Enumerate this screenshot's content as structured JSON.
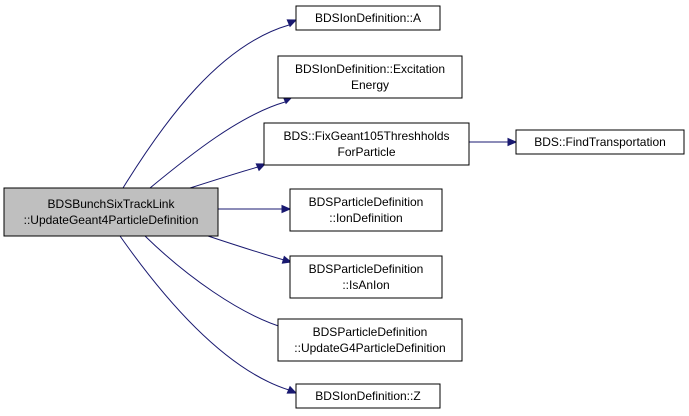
{
  "diagram": {
    "root": {
      "id": "root",
      "lines": [
        "BDSBunchSixTrackLink",
        "::UpdateGeant4ParticleDefinition"
      ],
      "fill": "#bfbfbf"
    },
    "nodes": [
      {
        "id": "n_a",
        "lines": [
          "BDSIonDefinition::A"
        ]
      },
      {
        "id": "n_exc",
        "lines": [
          "BDSIonDefinition::Excitation",
          "Energy"
        ]
      },
      {
        "id": "n_fix",
        "lines": [
          "BDS::FixGeant105Threshholds",
          "ForParticle"
        ]
      },
      {
        "id": "n_find",
        "lines": [
          "BDS::FindTransportation"
        ]
      },
      {
        "id": "n_iondef",
        "lines": [
          "BDSParticleDefinition",
          "::IonDefinition"
        ]
      },
      {
        "id": "n_isanion",
        "lines": [
          "BDSParticleDefinition",
          "::IsAnIon"
        ]
      },
      {
        "id": "n_update",
        "lines": [
          "BDSParticleDefinition",
          "::UpdateG4ParticleDefinition"
        ]
      },
      {
        "id": "n_z",
        "lines": [
          "BDSIonDefinition::Z"
        ]
      }
    ],
    "edges": [
      {
        "from": "root",
        "to": "n_a"
      },
      {
        "from": "root",
        "to": "n_exc"
      },
      {
        "from": "root",
        "to": "n_fix"
      },
      {
        "from": "root",
        "to": "n_iondef"
      },
      {
        "from": "root",
        "to": "n_isanion"
      },
      {
        "from": "root",
        "to": "n_update"
      },
      {
        "from": "root",
        "to": "n_z"
      },
      {
        "from": "n_fix",
        "to": "n_find"
      }
    ],
    "colors": {
      "edge": "#191970",
      "node_border": "#000000",
      "node_fill": "#ffffff",
      "root_fill": "#bfbfbf"
    }
  }
}
